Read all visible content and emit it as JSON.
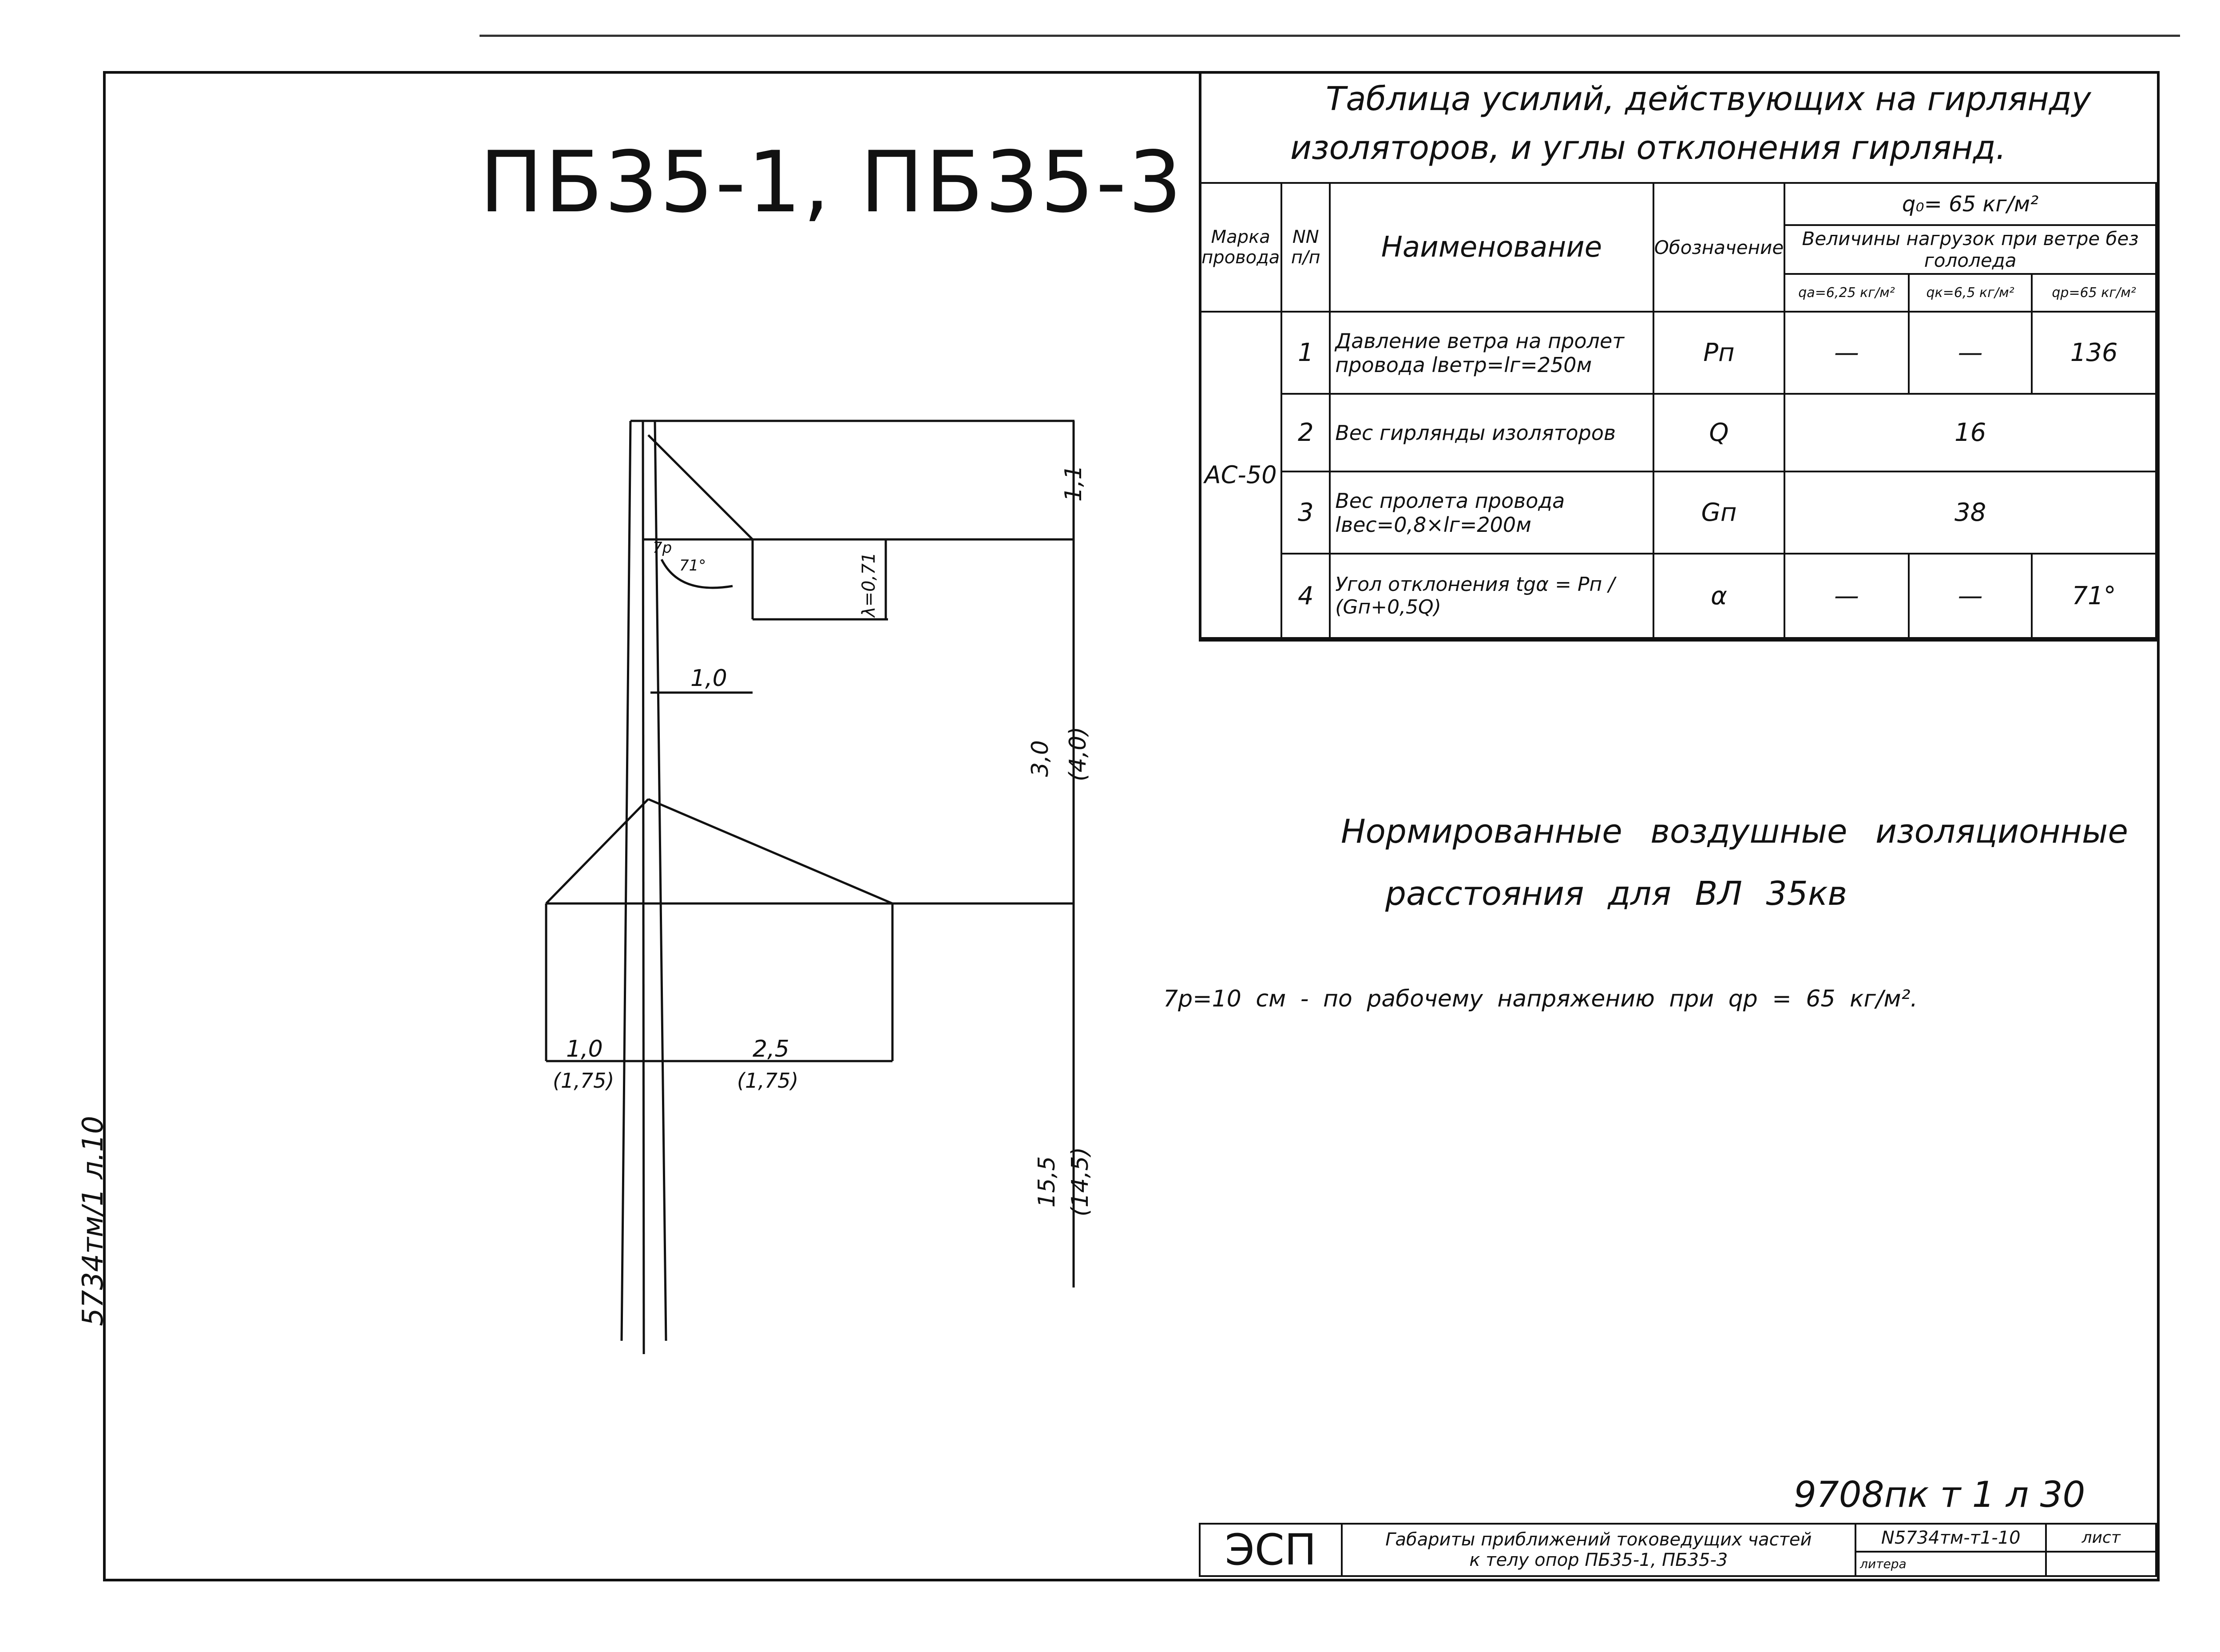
{
  "drawing": {
    "header_title": "ПБ35-1, ПБ35-3",
    "side_stamp": "5734тм/1 л.10",
    "dimensions": {
      "top_vertical": "1,1",
      "lambda_label": "λ=0,71",
      "angle_label": "71°",
      "gap_label": "7р",
      "crossarm_offset": "1,0",
      "middle_vertical_main": "3,0",
      "middle_vertical_alt": "(4,0)",
      "lower_left_main": "1,0",
      "lower_left_alt": "(1,75)",
      "lower_right_main": "2,5",
      "lower_right_alt": "(1,75)",
      "bottom_vertical_main": "15,5",
      "bottom_vertical_alt": "(14,5)"
    }
  },
  "forces_table": {
    "title_line1": "Таблица усилий, действующих на гирлянду",
    "title_line2": "изоляторов, и углы отклонения гирлянд.",
    "headers": {
      "wire_brand": "Марка провода",
      "number": "NN п/п",
      "name": "Наименование",
      "designation": "Обозначение",
      "q0": "q₀= 65 кг/м²",
      "loads": "Величины нагрузок при ветре без гололеда",
      "qa": "qа=6,25 кг/м²",
      "qk": "qк=6,5 кг/м²",
      "qp": "qр=65 кг/м²"
    },
    "wire_brand_value": "АС-50",
    "rows": [
      {
        "n": "1",
        "name": "Давление ветра на пролет провода lветр=lг=250м",
        "symbol": "Pп",
        "a": "—",
        "b": "—",
        "c": "136"
      },
      {
        "n": "2",
        "name": "Вес гирлянды изоляторов",
        "symbol": "Q",
        "merged": "16"
      },
      {
        "n": "3",
        "name": "Вес пролета провода lвес=0,8×lг=200м",
        "symbol": "Gп",
        "merged": "38"
      },
      {
        "n": "4",
        "name": "Угол отклонения tgα = Pп / (Gп+0,5Q)",
        "symbol": "α",
        "a": "—",
        "b": "—",
        "c": "71°"
      }
    ]
  },
  "notes": {
    "subtitle_line1": "Нормированные воздушные изоляционные",
    "subtitle_line2": "расстояния для ВЛ 35кв",
    "footnote": "7р=10 см - по рабочему напряжению при qр = 65 кг/м²."
  },
  "title_block": {
    "handwritten_number": "9708пк т 1 л 30",
    "org": "ЭСП",
    "description_line1": "Габариты приближений токоведущих частей",
    "description_line2": "к телу опор ПБ35-1, ПБ35-3",
    "doc_number": "N5734тм-т1-10",
    "sheet_label": "лист",
    "litera_label": "литера"
  }
}
